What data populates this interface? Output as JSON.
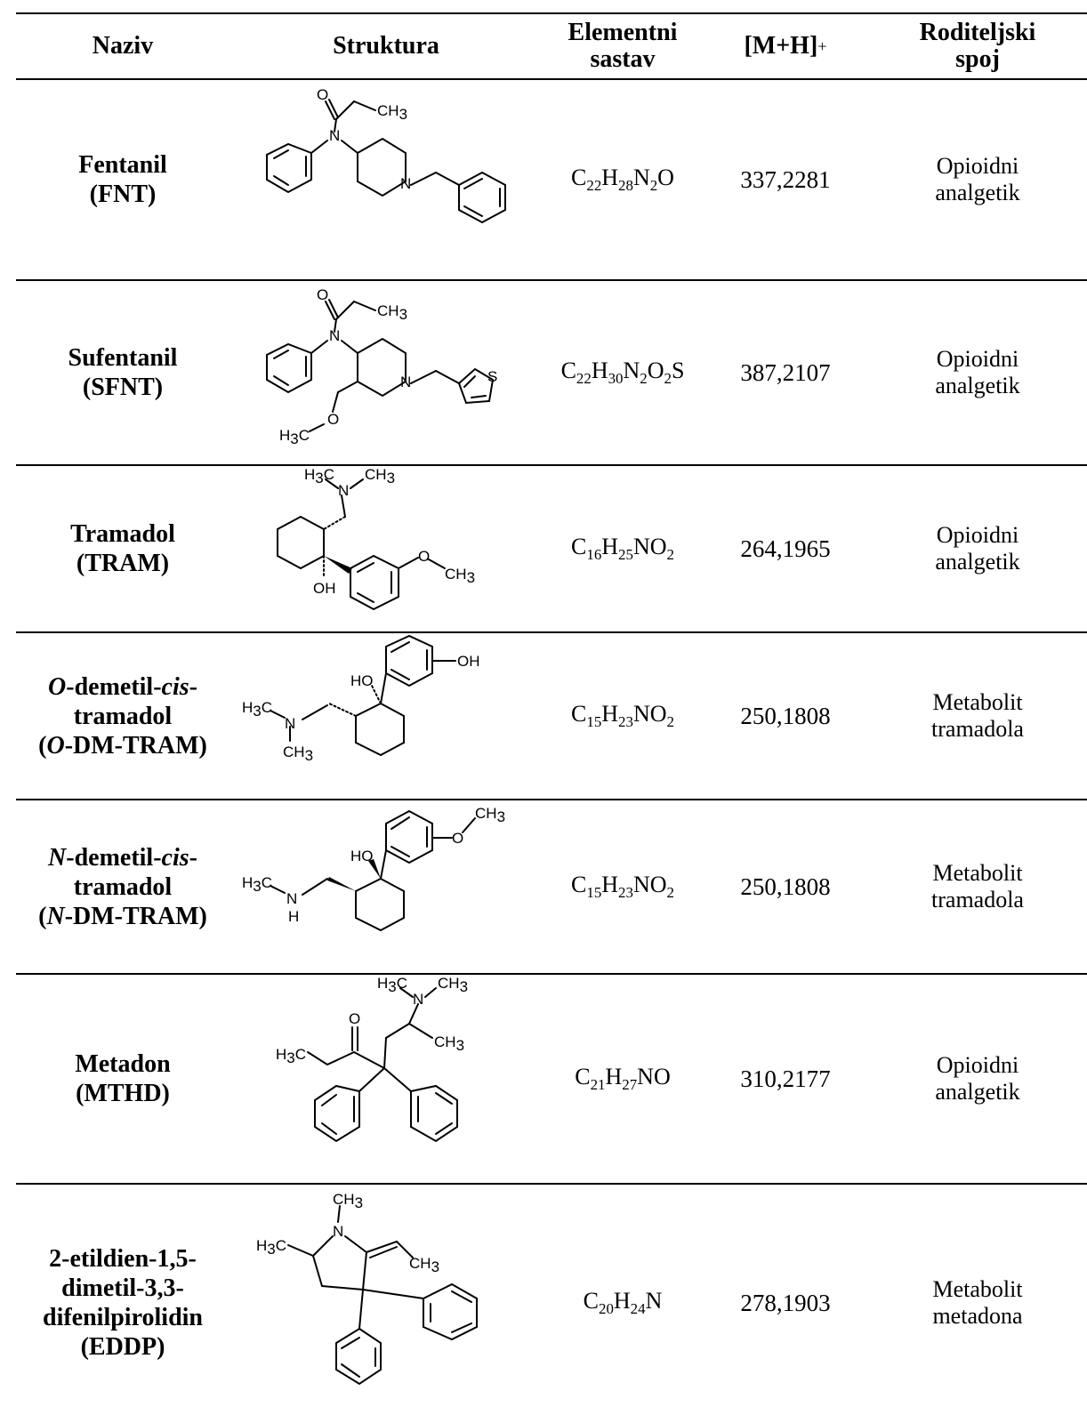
{
  "headers": {
    "name": "Naziv",
    "structure": "Struktura",
    "composition_l1": "Elementni",
    "composition_l2": "sastav",
    "mass": "[M+H]",
    "mass_sup": "+",
    "parent_l1": "Roditeljski",
    "parent_l2": "spoj"
  },
  "atoms": {
    "O": "O",
    "N": "N",
    "S": "S",
    "H": "H",
    "CH": "CH",
    "H3C_H": "H",
    "C": "C",
    "OH": "OH",
    "HO": "HO",
    "three": "3"
  },
  "rows": [
    {
      "name_l1": "Fentanil",
      "name_l2": "(FNT)",
      "formula": [
        [
          "C",
          "22"
        ],
        [
          "H",
          "28"
        ],
        [
          "N",
          "2"
        ],
        [
          "O",
          ""
        ]
      ],
      "mass": "337,2281",
      "parent_l1": "Opioidni",
      "parent_l2": "analgetik"
    },
    {
      "name_l1": "Sufentanil",
      "name_l2": "(SFNT)",
      "formula": [
        [
          "C",
          "22"
        ],
        [
          "H",
          "30"
        ],
        [
          "N",
          "2"
        ],
        [
          "O",
          "2"
        ],
        [
          "S",
          ""
        ]
      ],
      "mass": "387,2107",
      "parent_l1": "Opioidni",
      "parent_l2": "analgetik"
    },
    {
      "name_l1": "Tramadol",
      "name_l2": "(TRAM)",
      "formula": [
        [
          "C",
          "16"
        ],
        [
          "H",
          "25"
        ],
        [
          "N",
          ""
        ],
        [
          "O",
          "2"
        ]
      ],
      "mass": "264,1965",
      "parent_l1": "Opioidni",
      "parent_l2": "analgetik"
    },
    {
      "name_l1_italic": "O",
      "name_l1_a": "-demetil-",
      "name_l1_italic2": "cis",
      "name_l1_b": "-",
      "name_l2": "tramadol",
      "name_l3_a": "(",
      "name_l3_italic": "O",
      "name_l3_b": "-DM-TRAM)",
      "formula": [
        [
          "C",
          "15"
        ],
        [
          "H",
          "23"
        ],
        [
          "N",
          ""
        ],
        [
          "O",
          "2"
        ]
      ],
      "mass": "250,1808",
      "parent_l1": "Metabolit",
      "parent_l2": "tramadola"
    },
    {
      "name_l1_italic": "N",
      "name_l1_a": "-demetil-",
      "name_l1_italic2": "cis",
      "name_l1_b": "-",
      "name_l2": "tramadol",
      "name_l3_a": "(",
      "name_l3_italic": "N",
      "name_l3_b": "-DM-TRAM)",
      "formula": [
        [
          "C",
          "15"
        ],
        [
          "H",
          "23"
        ],
        [
          "N",
          ""
        ],
        [
          "O",
          "2"
        ]
      ],
      "mass": "250,1808",
      "parent_l1": "Metabolit",
      "parent_l2": "tramadola"
    },
    {
      "name_l1": "Metadon",
      "name_l2": "(MTHD)",
      "formula": [
        [
          "C",
          "21"
        ],
        [
          "H",
          "27"
        ],
        [
          "N",
          ""
        ],
        [
          "O",
          ""
        ]
      ],
      "mass": "310,2177",
      "parent_l1": "Opioidni",
      "parent_l2": "analgetik"
    },
    {
      "name_l1": "2-etildien-1,5-",
      "name_l2": "dimetil-3,3-",
      "name_l3": "difenilpirolidin",
      "name_l4": "(EDDP)",
      "formula": [
        [
          "C",
          "20"
        ],
        [
          "H",
          "24"
        ],
        [
          "N",
          ""
        ]
      ],
      "mass": "278,1903",
      "parent_l1": "Metabolit",
      "parent_l2": "metadona"
    }
  ]
}
